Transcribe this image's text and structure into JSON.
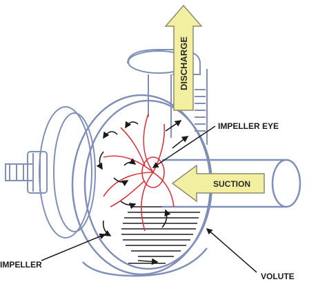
{
  "labels": {
    "discharge": "DISCHARGE",
    "suction": "SUCTION",
    "impeller_eye": "IMPELLER EYE",
    "impeller": "IMPELLER",
    "volute": "VOLUTE"
  },
  "colors": {
    "outline": "#7f8fb8",
    "arrow_fill": "#f3efa0",
    "impeller_red": "#d8333c",
    "flow_arrows": "#1a1a1a",
    "leader": "#1a1a1a"
  }
}
